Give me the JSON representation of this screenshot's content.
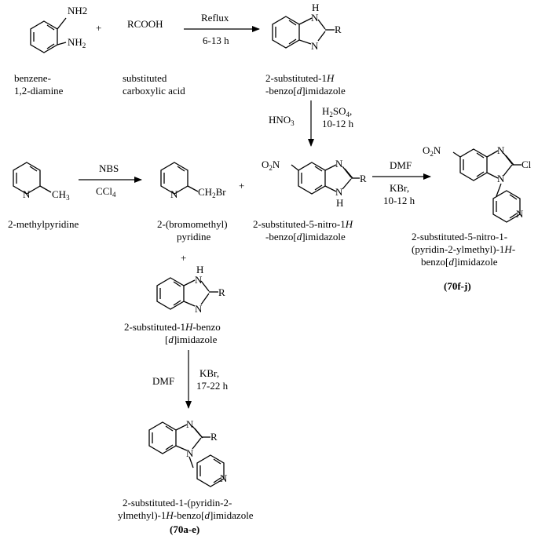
{
  "compounds": {
    "diamine": [
      "benzene-",
      "1,2-diamine"
    ],
    "acid_formula": "RCOOH",
    "acid": [
      "substituted",
      "carboxylic acid"
    ],
    "benzimidazole_top": [
      "2-substituted-1H",
      "-benzo[d]imidazole"
    ],
    "methylpyridine": "2-methylpyridine",
    "bromomethyl": [
      "2-(bromomethyl)",
      "pyridine"
    ],
    "nitro_benzimidazole": [
      "2-substituted-5-nitro-1H",
      "-benzo[d]imidazole"
    ],
    "product_f": [
      "2-substituted-5-nitro-1-",
      "(pyridin-2-ylmethyl)-1H-",
      "benzo[d]imidazole"
    ],
    "product_f_code": "(70f-j)",
    "benzimidazole_mid": [
      "2-substituted-1H-benzo",
      "[d]imidazole"
    ],
    "product_a": [
      "2-substituted-1-(pyridin-2-",
      "ylmethyl)-1H-benzo[d]imidazole"
    ],
    "product_a_code": "(70a-e)"
  },
  "operators": {
    "plus": "+"
  },
  "conditions": {
    "step1": {
      "above": "Reflux",
      "below": "6-13 h"
    },
    "step2": {
      "left": "HNO3",
      "right": [
        "H2SO4,",
        "10-12 h"
      ]
    },
    "step3": {
      "above": "NBS",
      "below": "CCl4"
    },
    "step4": {
      "above": "DMF",
      "below": [
        "KBr,",
        "10-12 h"
      ]
    },
    "step5": {
      "left": "DMF",
      "right": [
        "KBr,",
        "17-22 h"
      ]
    }
  },
  "atoms": {
    "NH2": "NH2",
    "H": "H",
    "N": "N",
    "R": "R",
    "Cl": "Cl",
    "O2N": "O2N",
    "CH3": "CH3",
    "CH2Br": "CH2Br"
  }
}
